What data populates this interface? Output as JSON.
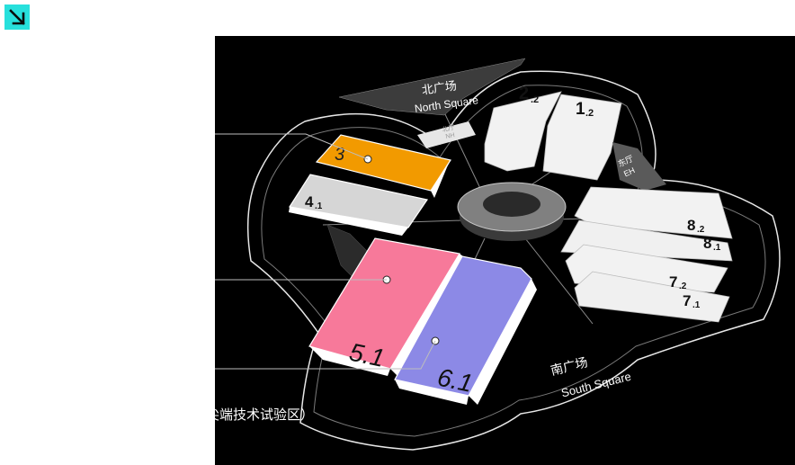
{
  "colors": {
    "accent": "#27e0dc",
    "hall_3": "#f29a00",
    "hall_5_1": "#f7799a",
    "hall_6_1": "#8c89e6",
    "hall_default": "#f2f2f2",
    "background": "#000000"
  },
  "toolbar": {
    "corner_icon": "arrow-down-right-icon"
  },
  "squares": {
    "north_cn": "北广场",
    "north_en": "North Square",
    "south_cn": "南广场",
    "south_en": "South Square",
    "east_cn": "东厅",
    "east_en": "EH",
    "west_cn": "北厅",
    "west_en": "NH"
  },
  "halls": {
    "h2_2": {
      "main": "2",
      "sub": ".2"
    },
    "h1_2": {
      "main": "1",
      "sub": ".2"
    },
    "h3": {
      "main": "3"
    },
    "h4_1": {
      "main": "4",
      "sub": ".1"
    },
    "h8_2": {
      "main": "8",
      "sub": ".2"
    },
    "h8_1": {
      "main": "8",
      "sub": ".1"
    },
    "h7_2": {
      "main": "7",
      "sub": ".2"
    },
    "h7_1": {
      "main": "7",
      "sub": ".1"
    },
    "h5_1": {
      "main": "5.1"
    },
    "h6_1": {
      "main": "6.1"
    }
  },
  "caption": "尖端技术试验区）"
}
